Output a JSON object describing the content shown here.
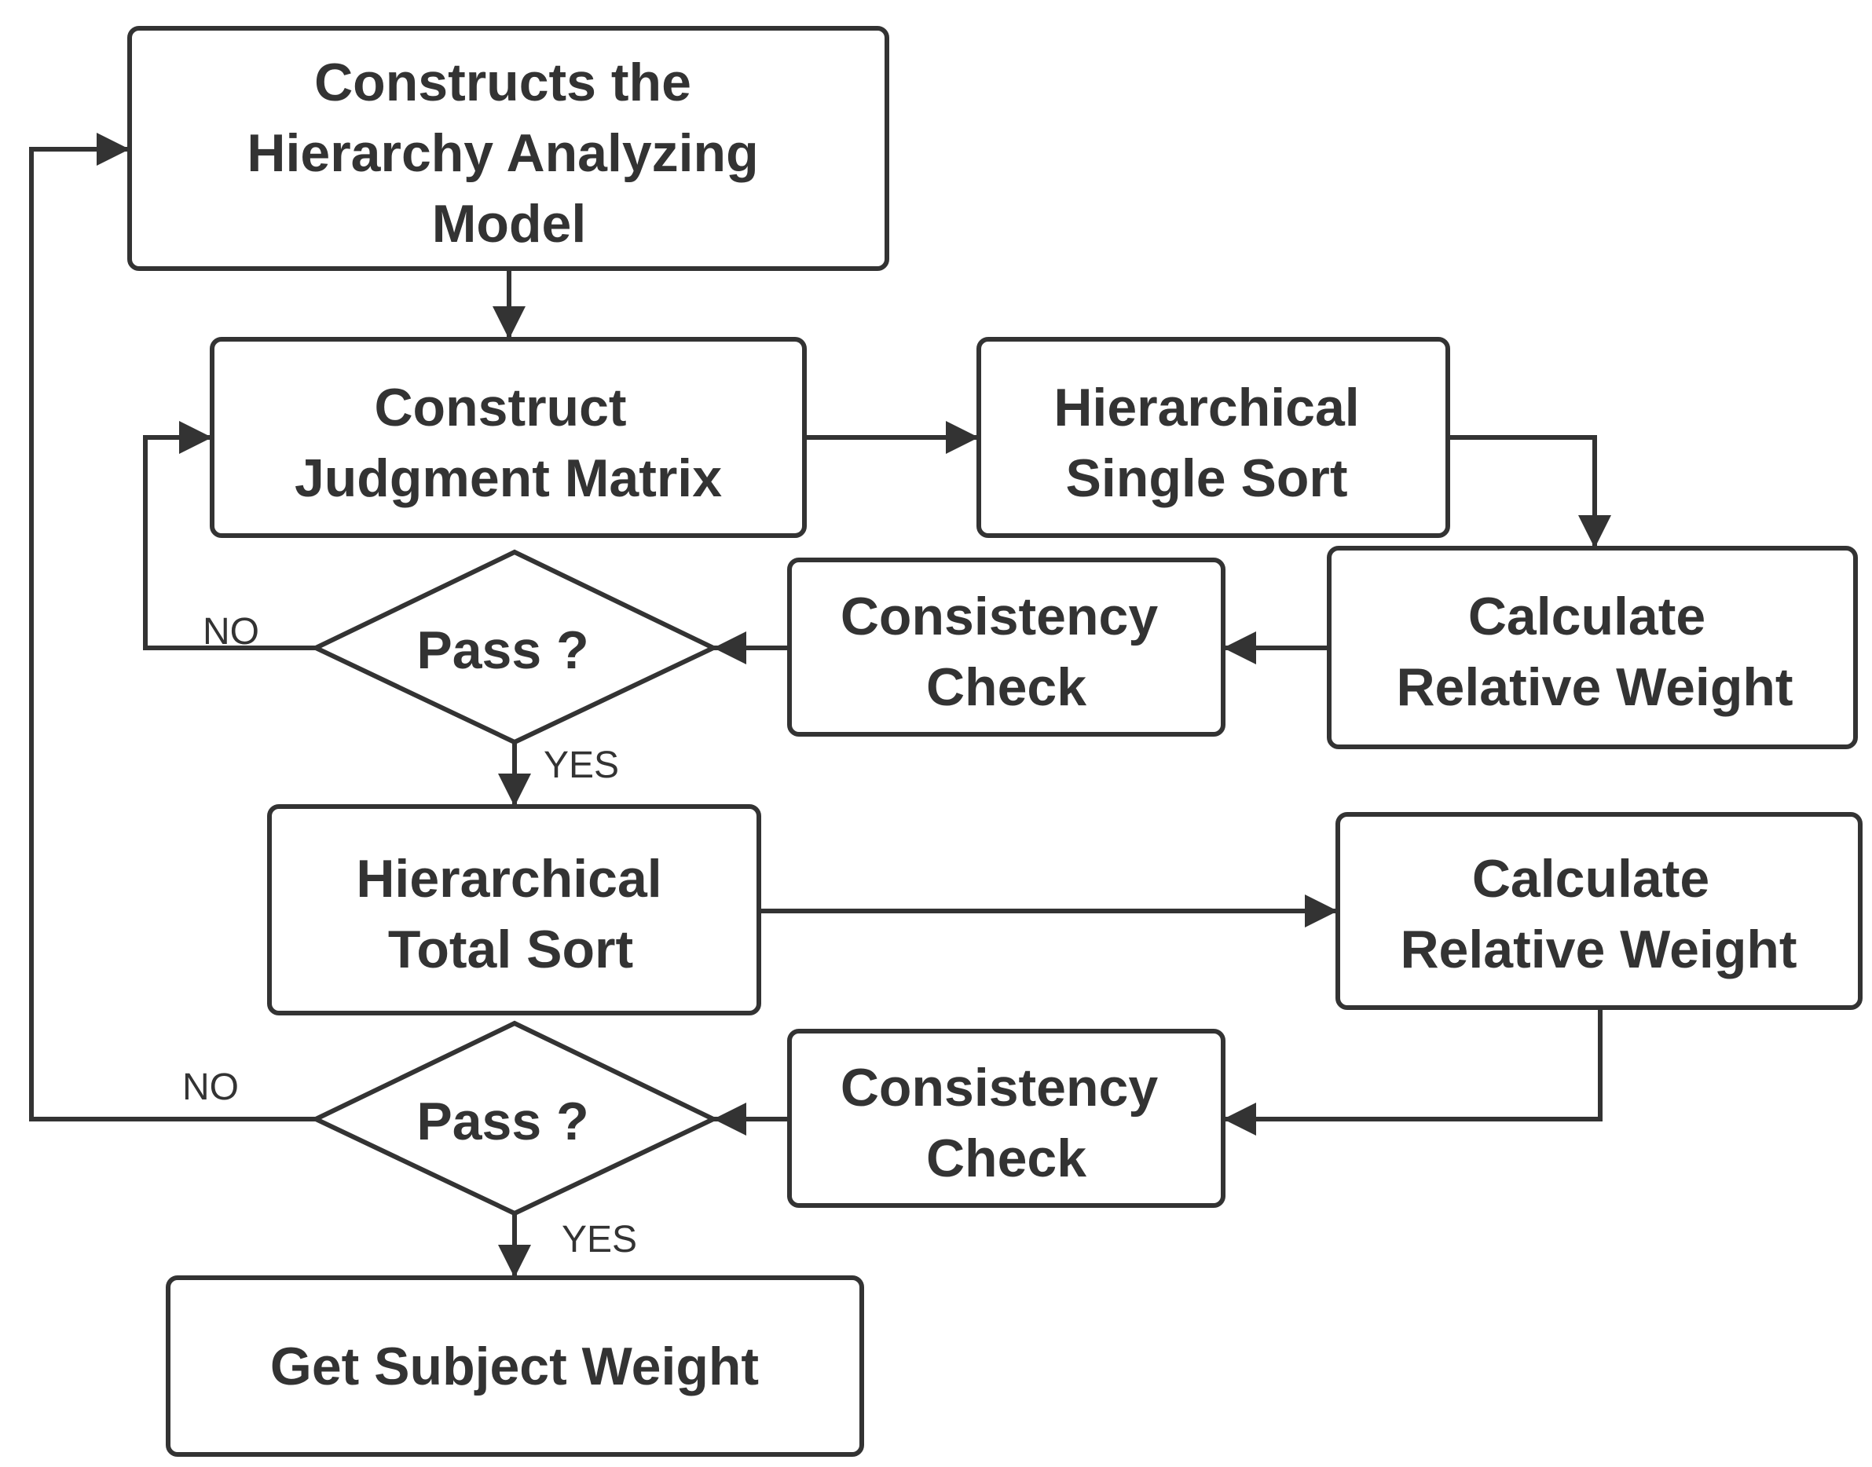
{
  "nodes": {
    "construct_model": [
      "Constructs the",
      "Hierarchy Analyzing",
      "Model"
    ],
    "construct_matrix": [
      "Construct",
      "Judgment Matrix"
    ],
    "single_sort": [
      "Hierarchical",
      "Single Sort"
    ],
    "calc_weight_1": [
      "Calculate",
      "Relative Weight"
    ],
    "consistency_check_1": [
      "Consistency",
      "Check"
    ],
    "pass_1": [
      "Pass ?"
    ],
    "total_sort": [
      "Hierarchical",
      "Total Sort"
    ],
    "calc_weight_2": [
      "Calculate",
      "Relative Weight"
    ],
    "consistency_check_2": [
      "Consistency",
      "Check"
    ],
    "pass_2": [
      "Pass ?"
    ],
    "subject_weight": [
      "Get Subject Weight"
    ]
  },
  "edge_labels": {
    "no_1": "NO",
    "yes_1": "YES",
    "no_2": "NO",
    "yes_2": "YES"
  },
  "colors": {
    "stroke": "#333333",
    "text": "#333333",
    "fill": "#ffffff"
  }
}
